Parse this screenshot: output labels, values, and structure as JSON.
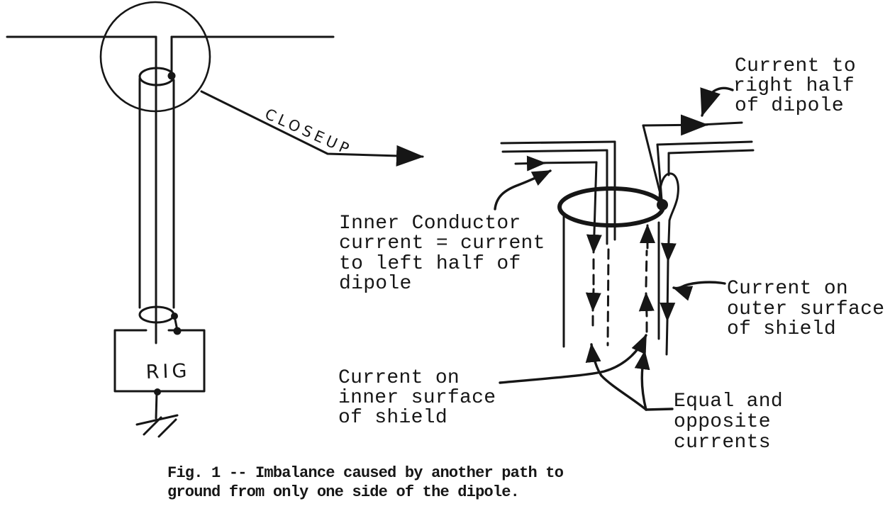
{
  "colors": {
    "ink": "#161616",
    "paper": "#ffffff"
  },
  "overview": {
    "closeup_label": "CLOSEUP",
    "rig_label": "RIG"
  },
  "closeup": {
    "labels": {
      "current_right": [
        "Current to",
        "right half",
        "of dipole"
      ],
      "inner_conductor": [
        "Inner Conductor",
        "current = current",
        "to left half of",
        "dipole"
      ],
      "outer_surface": [
        "Current on",
        "outer surface",
        "of shield"
      ],
      "inner_surface": [
        "Current on",
        "inner surface",
        "of shield"
      ],
      "equal_opposite": [
        "Equal and",
        "opposite",
        "currents"
      ]
    }
  },
  "caption": {
    "line1": "Fig. 1 -- Imbalance caused by another path to",
    "line2": "ground from only one side of the dipole."
  }
}
